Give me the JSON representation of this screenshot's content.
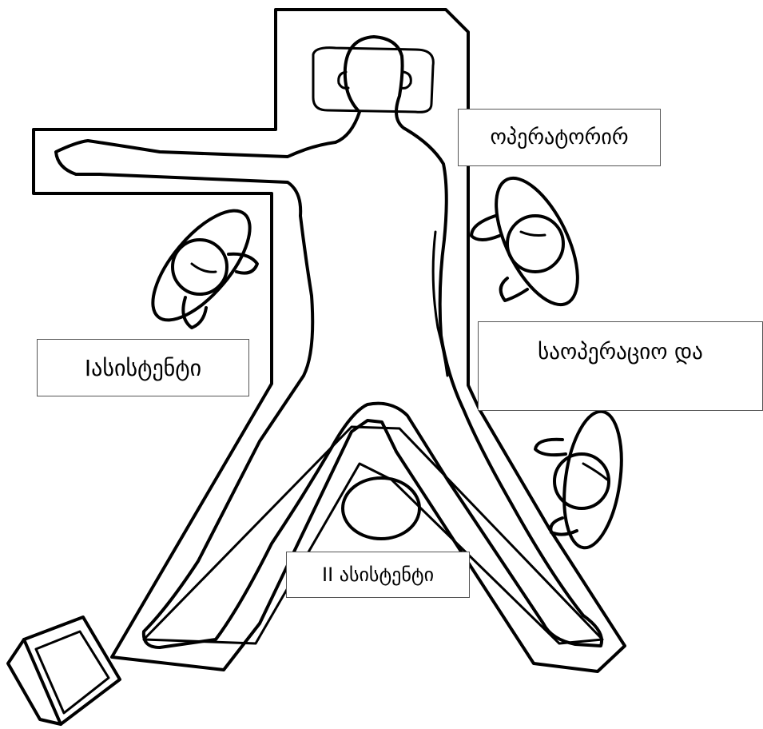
{
  "labels": {
    "operator": "ოპერატორირ",
    "first_assistant": "Iასისტენტი",
    "scrub_nurse": "საოპერაციო და",
    "second_assistant": "II ასისტენტი"
  },
  "colors": {
    "line": "#000000",
    "background": "#ffffff",
    "label_border": "#555555"
  },
  "figures": [
    "operating-table",
    "patient",
    "operator",
    "first-assistant",
    "scrub-nurse",
    "second-assistant-head",
    "monitor"
  ]
}
